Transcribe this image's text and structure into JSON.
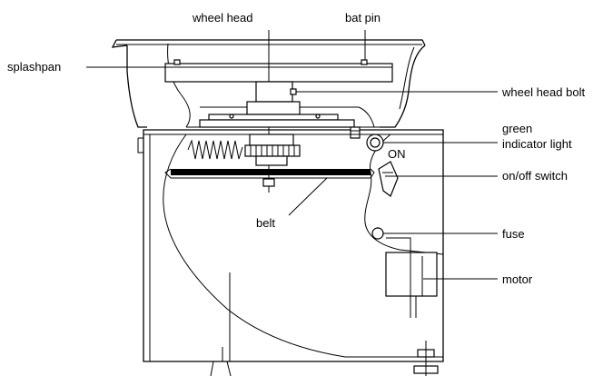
{
  "labels": {
    "wheel_head": "wheel head",
    "bat_pin": "bat pin",
    "splashpan": "splashpan",
    "wheel_head_bolt": "wheel head bolt",
    "green_indicator_light_1": "green",
    "green_indicator_light_2": "indicator light",
    "on_off_switch": "on/off switch",
    "belt": "belt",
    "fuse": "fuse",
    "motor": "motor",
    "switch_mark": "ON"
  }
}
